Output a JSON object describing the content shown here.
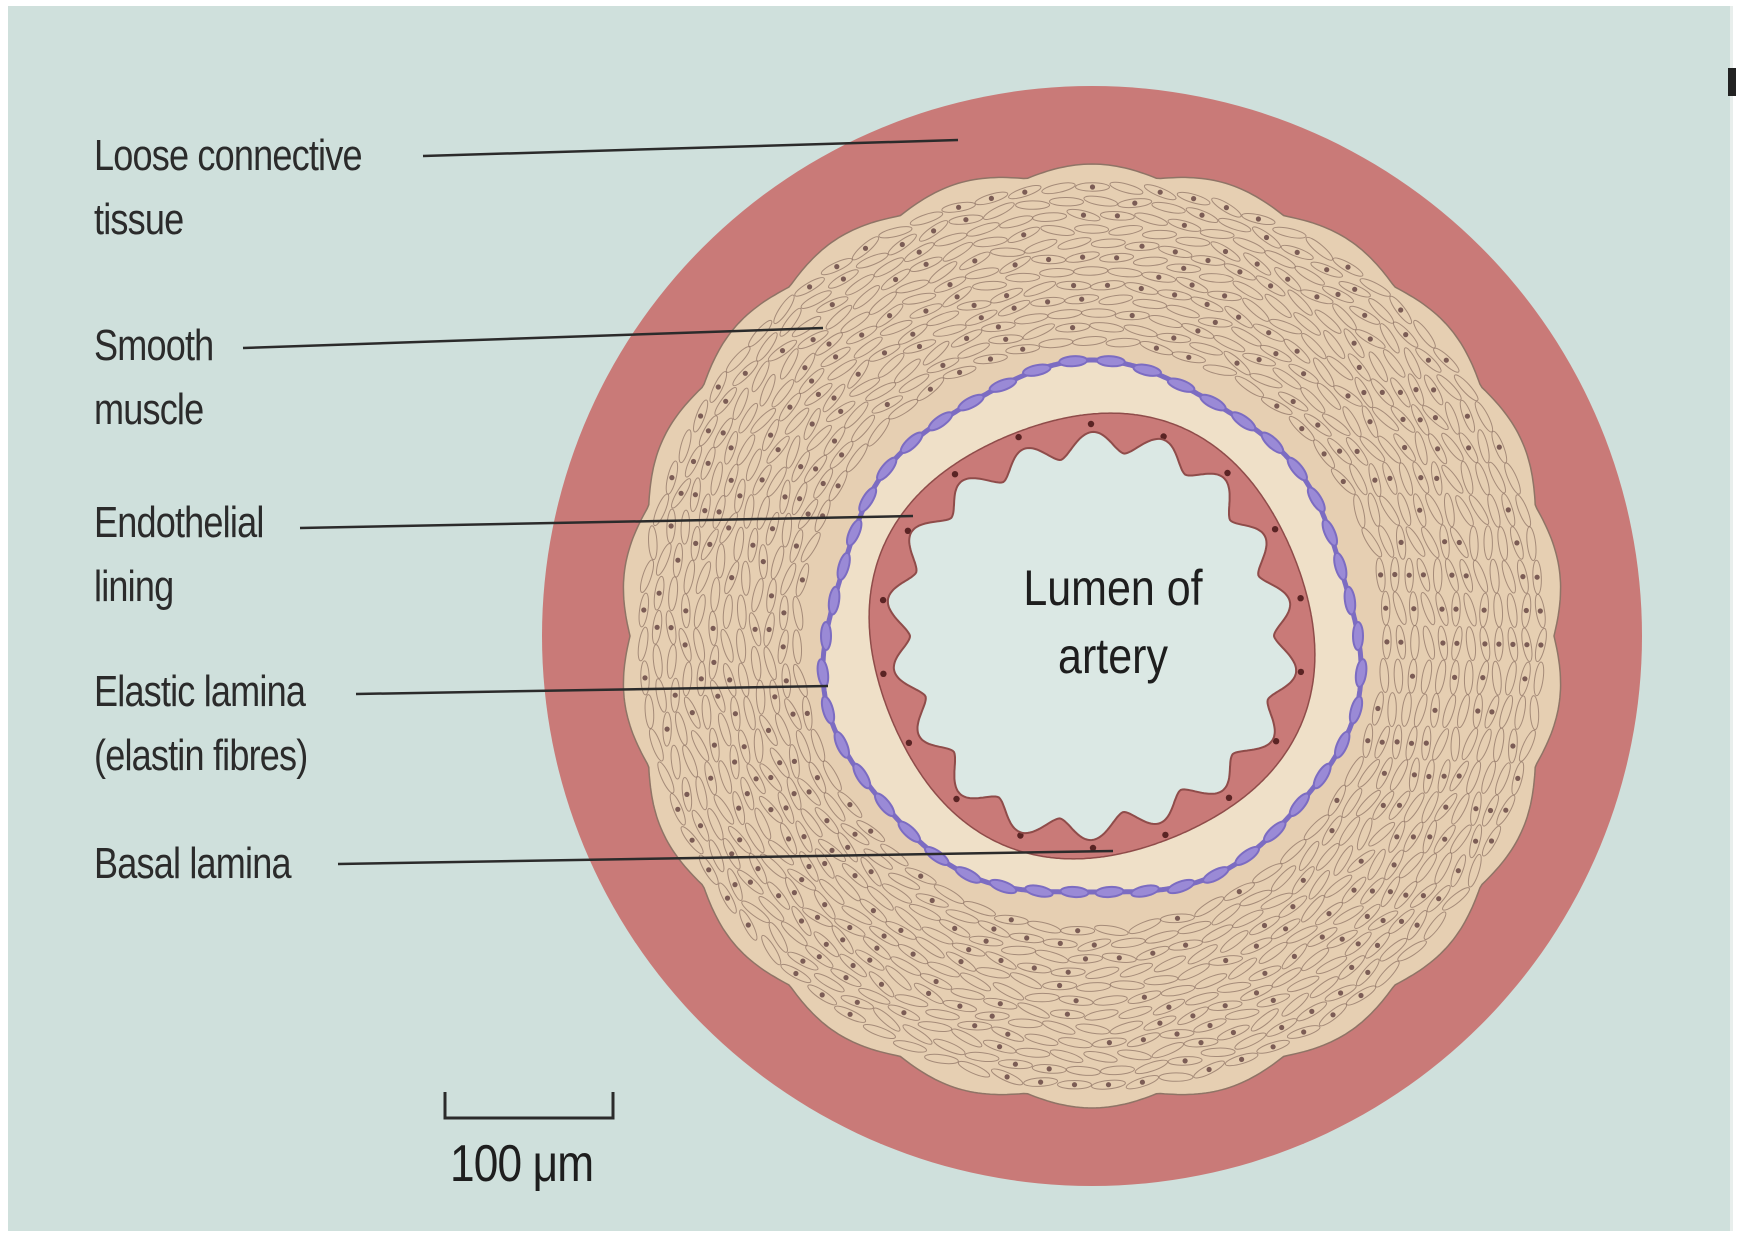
{
  "labels": {
    "loose_connective": [
      "Loose connective",
      "tissue"
    ],
    "smooth_muscle": [
      "Smooth",
      "muscle"
    ],
    "endothelial": [
      "Endothelial",
      "lining"
    ],
    "elastic_lamina": [
      "Elastic lamina",
      "(elastin fibres)"
    ],
    "basal_lamina": "Basal lamina"
  },
  "lumen": [
    "Lumen of",
    "artery"
  ],
  "scale_bar": "100 μm",
  "colors": {
    "background": "#cfe0dc",
    "connective_tissue": "#c97a78",
    "smooth_muscle": "#e6cfb2",
    "muscle_line": "#8f7466",
    "elastic_lamina": "#7c6cc2",
    "endothelium": "#c97a78",
    "basal_lamina_zone": "#efe0c8",
    "lumen": "#dbe8e4",
    "leader_line": "#2b2b2b"
  }
}
